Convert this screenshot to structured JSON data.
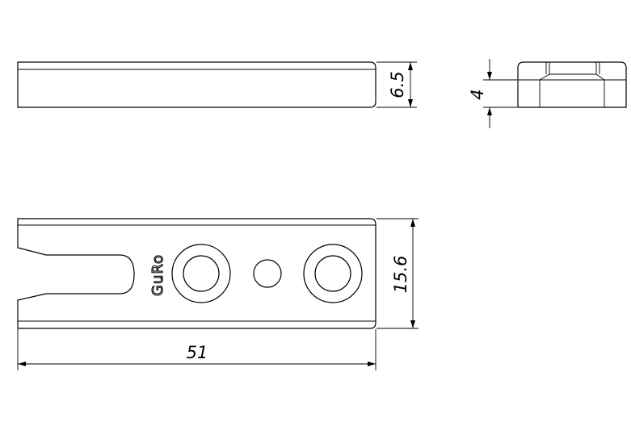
{
  "drawing": {
    "dimensions": {
      "side_thickness": "6.5",
      "end_height": "4",
      "plan_width": "15.6",
      "overall_length": "51"
    },
    "logo_text": "GuRo"
  }
}
